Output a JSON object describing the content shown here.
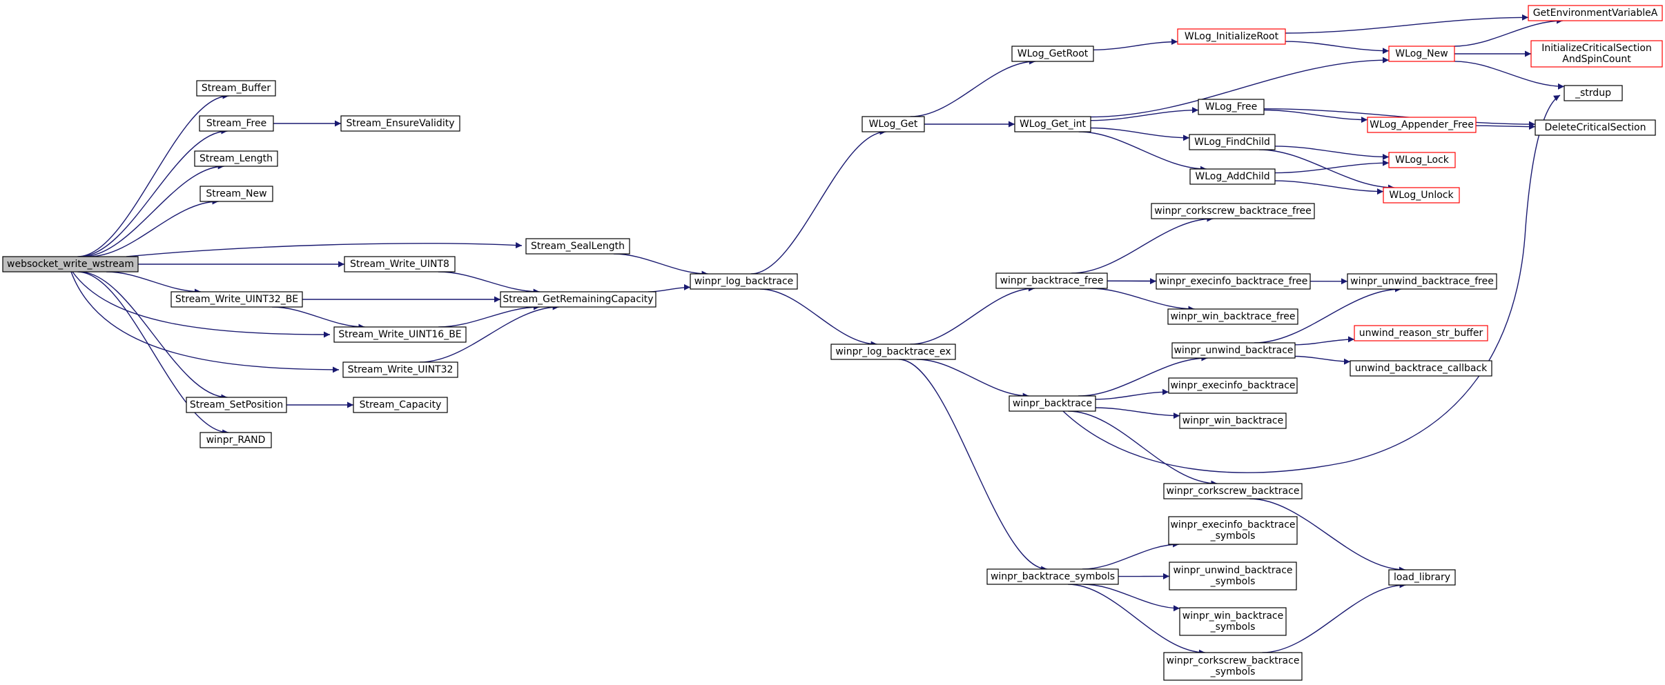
{
  "colors": {
    "edge": "#191970",
    "node_border": "#000000",
    "truncated_border": "#ff0000",
    "root_fill": "#bfbfbf",
    "node_fill": "#ffffff"
  },
  "nodes": [
    {
      "id": "root",
      "lines": [
        "websocket_write_wstream"
      ],
      "style": "root"
    },
    {
      "id": "Stream_Buffer",
      "lines": [
        "Stream_Buffer"
      ]
    },
    {
      "id": "Stream_Free",
      "lines": [
        "Stream_Free"
      ]
    },
    {
      "id": "Stream_EnsureValidity",
      "lines": [
        "Stream_EnsureValidity"
      ]
    },
    {
      "id": "Stream_Length",
      "lines": [
        "Stream_Length"
      ]
    },
    {
      "id": "Stream_New",
      "lines": [
        "Stream_New"
      ]
    },
    {
      "id": "Stream_SealLength",
      "lines": [
        "Stream_SealLength"
      ]
    },
    {
      "id": "Stream_Write_UINT8",
      "lines": [
        "Stream_Write_UINT8"
      ]
    },
    {
      "id": "Stream_Write_UINT32_BE",
      "lines": [
        "Stream_Write_UINT32_BE"
      ]
    },
    {
      "id": "Stream_GetRemainingCapacity",
      "lines": [
        "Stream_GetRemainingCapacity"
      ]
    },
    {
      "id": "Stream_Write_UINT16_BE",
      "lines": [
        "Stream_Write_UINT16_BE"
      ]
    },
    {
      "id": "Stream_Write_UINT32",
      "lines": [
        "Stream_Write_UINT32"
      ]
    },
    {
      "id": "Stream_SetPosition",
      "lines": [
        "Stream_SetPosition"
      ]
    },
    {
      "id": "Stream_Capacity",
      "lines": [
        "Stream_Capacity"
      ]
    },
    {
      "id": "winpr_RAND",
      "lines": [
        "winpr_RAND"
      ]
    },
    {
      "id": "winpr_log_backtrace",
      "lines": [
        "winpr_log_backtrace"
      ]
    },
    {
      "id": "WLog_Get",
      "lines": [
        "WLog_Get"
      ]
    },
    {
      "id": "winpr_log_backtrace_ex",
      "lines": [
        "winpr_log_backtrace_ex"
      ]
    },
    {
      "id": "WLog_GetRoot",
      "lines": [
        "WLog_GetRoot"
      ]
    },
    {
      "id": "WLog_Get_int",
      "lines": [
        "WLog_Get_int"
      ]
    },
    {
      "id": "WLog_InitializeRoot",
      "lines": [
        "WLog_InitializeRoot"
      ],
      "style": "truncated"
    },
    {
      "id": "GetEnvironmentVariableA",
      "lines": [
        "GetEnvironmentVariableA"
      ],
      "style": "truncated"
    },
    {
      "id": "WLog_New",
      "lines": [
        "WLog_New"
      ],
      "style": "truncated"
    },
    {
      "id": "InitializeCriticalSectionAndSpinCount",
      "lines": [
        "InitializeCriticalSection",
        "AndSpinCount"
      ],
      "style": "truncated"
    },
    {
      "id": "_strdup",
      "lines": [
        "_strdup"
      ]
    },
    {
      "id": "WLog_Free",
      "lines": [
        "WLog_Free"
      ]
    },
    {
      "id": "WLog_Appender_Free",
      "lines": [
        "WLog_Appender_Free"
      ],
      "style": "truncated"
    },
    {
      "id": "DeleteCriticalSection",
      "lines": [
        "DeleteCriticalSection"
      ]
    },
    {
      "id": "WLog_FindChild",
      "lines": [
        "WLog_FindChild"
      ]
    },
    {
      "id": "WLog_Lock",
      "lines": [
        "WLog_Lock"
      ],
      "style": "truncated"
    },
    {
      "id": "WLog_AddChild",
      "lines": [
        "WLog_AddChild"
      ]
    },
    {
      "id": "WLog_Unlock",
      "lines": [
        "WLog_Unlock"
      ],
      "style": "truncated"
    },
    {
      "id": "winpr_corkscrew_backtrace_free",
      "lines": [
        "winpr_corkscrew_backtrace_free"
      ]
    },
    {
      "id": "winpr_backtrace_free",
      "lines": [
        "winpr_backtrace_free"
      ]
    },
    {
      "id": "winpr_execinfo_backtrace_free",
      "lines": [
        "winpr_execinfo_backtrace_free"
      ]
    },
    {
      "id": "winpr_unwind_backtrace_free",
      "lines": [
        "winpr_unwind_backtrace_free"
      ]
    },
    {
      "id": "winpr_win_backtrace_free",
      "lines": [
        "winpr_win_backtrace_free"
      ]
    },
    {
      "id": "winpr_unwind_backtrace",
      "lines": [
        "winpr_unwind_backtrace"
      ]
    },
    {
      "id": "unwind_reason_str_buffer",
      "lines": [
        "unwind_reason_str_buffer"
      ],
      "style": "truncated"
    },
    {
      "id": "unwind_backtrace_callback",
      "lines": [
        "unwind_backtrace_callback"
      ]
    },
    {
      "id": "winpr_backtrace",
      "lines": [
        "winpr_backtrace"
      ]
    },
    {
      "id": "winpr_execinfo_backtrace",
      "lines": [
        "winpr_execinfo_backtrace"
      ]
    },
    {
      "id": "winpr_win_backtrace",
      "lines": [
        "winpr_win_backtrace"
      ]
    },
    {
      "id": "winpr_corkscrew_backtrace",
      "lines": [
        "winpr_corkscrew_backtrace"
      ]
    },
    {
      "id": "load_library",
      "lines": [
        "load_library"
      ]
    },
    {
      "id": "winpr_execinfo_backtrace_symbols",
      "lines": [
        "winpr_execinfo_backtrace",
        "_symbols"
      ]
    },
    {
      "id": "winpr_backtrace_symbols",
      "lines": [
        "winpr_backtrace_symbols"
      ]
    },
    {
      "id": "winpr_unwind_backtrace_symbols",
      "lines": [
        "winpr_unwind_backtrace",
        "_symbols"
      ]
    },
    {
      "id": "winpr_win_backtrace_symbols",
      "lines": [
        "winpr_win_backtrace",
        "_symbols"
      ]
    },
    {
      "id": "winpr_corkscrew_backtrace_symbols",
      "lines": [
        "winpr_corkscrew_backtrace",
        "_symbols"
      ]
    }
  ],
  "edges": [
    [
      "root",
      "Stream_Buffer"
    ],
    [
      "root",
      "Stream_Free"
    ],
    [
      "root",
      "Stream_Length"
    ],
    [
      "root",
      "Stream_New"
    ],
    [
      "root",
      "Stream_SealLength"
    ],
    [
      "root",
      "Stream_Write_UINT8"
    ],
    [
      "root",
      "Stream_Write_UINT32_BE"
    ],
    [
      "root",
      "Stream_Write_UINT16_BE"
    ],
    [
      "root",
      "Stream_Write_UINT32"
    ],
    [
      "root",
      "Stream_SetPosition"
    ],
    [
      "root",
      "winpr_RAND"
    ],
    [
      "Stream_Free",
      "Stream_EnsureValidity"
    ],
    [
      "Stream_SealLength",
      "winpr_log_backtrace"
    ],
    [
      "Stream_Write_UINT8",
      "Stream_GetRemainingCapacity"
    ],
    [
      "Stream_Write_UINT32_BE",
      "Stream_GetRemainingCapacity"
    ],
    [
      "Stream_Write_UINT32_BE",
      "Stream_Write_UINT16_BE"
    ],
    [
      "Stream_Write_UINT16_BE",
      "Stream_GetRemainingCapacity"
    ],
    [
      "Stream_Write_UINT32",
      "Stream_GetRemainingCapacity"
    ],
    [
      "Stream_GetRemainingCapacity",
      "winpr_log_backtrace"
    ],
    [
      "Stream_SetPosition",
      "Stream_Capacity"
    ],
    [
      "winpr_log_backtrace",
      "WLog_Get"
    ],
    [
      "winpr_log_backtrace",
      "winpr_log_backtrace_ex"
    ],
    [
      "WLog_Get",
      "WLog_GetRoot"
    ],
    [
      "WLog_Get",
      "WLog_Get_int"
    ],
    [
      "WLog_GetRoot",
      "WLog_InitializeRoot"
    ],
    [
      "WLog_InitializeRoot",
      "GetEnvironmentVariableA"
    ],
    [
      "WLog_InitializeRoot",
      "WLog_New"
    ],
    [
      "WLog_New",
      "GetEnvironmentVariableA"
    ],
    [
      "WLog_New",
      "InitializeCriticalSectionAndSpinCount"
    ],
    [
      "WLog_New",
      "_strdup"
    ],
    [
      "WLog_Get_int",
      "WLog_New"
    ],
    [
      "WLog_Get_int",
      "WLog_Free"
    ],
    [
      "WLog_Get_int",
      "WLog_FindChild"
    ],
    [
      "WLog_Get_int",
      "WLog_AddChild"
    ],
    [
      "WLog_Free",
      "WLog_Appender_Free"
    ],
    [
      "WLog_Free",
      "DeleteCriticalSection"
    ],
    [
      "WLog_Appender_Free",
      "DeleteCriticalSection"
    ],
    [
      "WLog_FindChild",
      "WLog_Lock"
    ],
    [
      "WLog_FindChild",
      "WLog_Unlock"
    ],
    [
      "WLog_AddChild",
      "WLog_Lock"
    ],
    [
      "WLog_AddChild",
      "WLog_Unlock"
    ],
    [
      "winpr_log_backtrace_ex",
      "winpr_backtrace_free"
    ],
    [
      "winpr_log_backtrace_ex",
      "winpr_backtrace"
    ],
    [
      "winpr_log_backtrace_ex",
      "winpr_backtrace_symbols"
    ],
    [
      "winpr_backtrace_free",
      "winpr_corkscrew_backtrace_free"
    ],
    [
      "winpr_backtrace_free",
      "winpr_execinfo_backtrace_free"
    ],
    [
      "winpr_backtrace_free",
      "winpr_unwind_backtrace_free"
    ],
    [
      "winpr_backtrace_free",
      "winpr_win_backtrace_free"
    ],
    [
      "winpr_backtrace",
      "winpr_unwind_backtrace"
    ],
    [
      "winpr_backtrace",
      "winpr_execinfo_backtrace"
    ],
    [
      "winpr_backtrace",
      "winpr_win_backtrace"
    ],
    [
      "winpr_backtrace",
      "winpr_corkscrew_backtrace"
    ],
    [
      "winpr_backtrace",
      "_strdup"
    ],
    [
      "winpr_unwind_backtrace",
      "winpr_unwind_backtrace_free"
    ],
    [
      "winpr_unwind_backtrace",
      "unwind_reason_str_buffer"
    ],
    [
      "winpr_unwind_backtrace",
      "unwind_backtrace_callback"
    ],
    [
      "winpr_corkscrew_backtrace",
      "load_library"
    ],
    [
      "winpr_backtrace_symbols",
      "winpr_execinfo_backtrace_symbols"
    ],
    [
      "winpr_backtrace_symbols",
      "winpr_unwind_backtrace_symbols"
    ],
    [
      "winpr_backtrace_symbols",
      "winpr_win_backtrace_symbols"
    ],
    [
      "winpr_backtrace_symbols",
      "winpr_corkscrew_backtrace_symbols"
    ],
    [
      "winpr_corkscrew_backtrace_symbols",
      "load_library"
    ]
  ]
}
